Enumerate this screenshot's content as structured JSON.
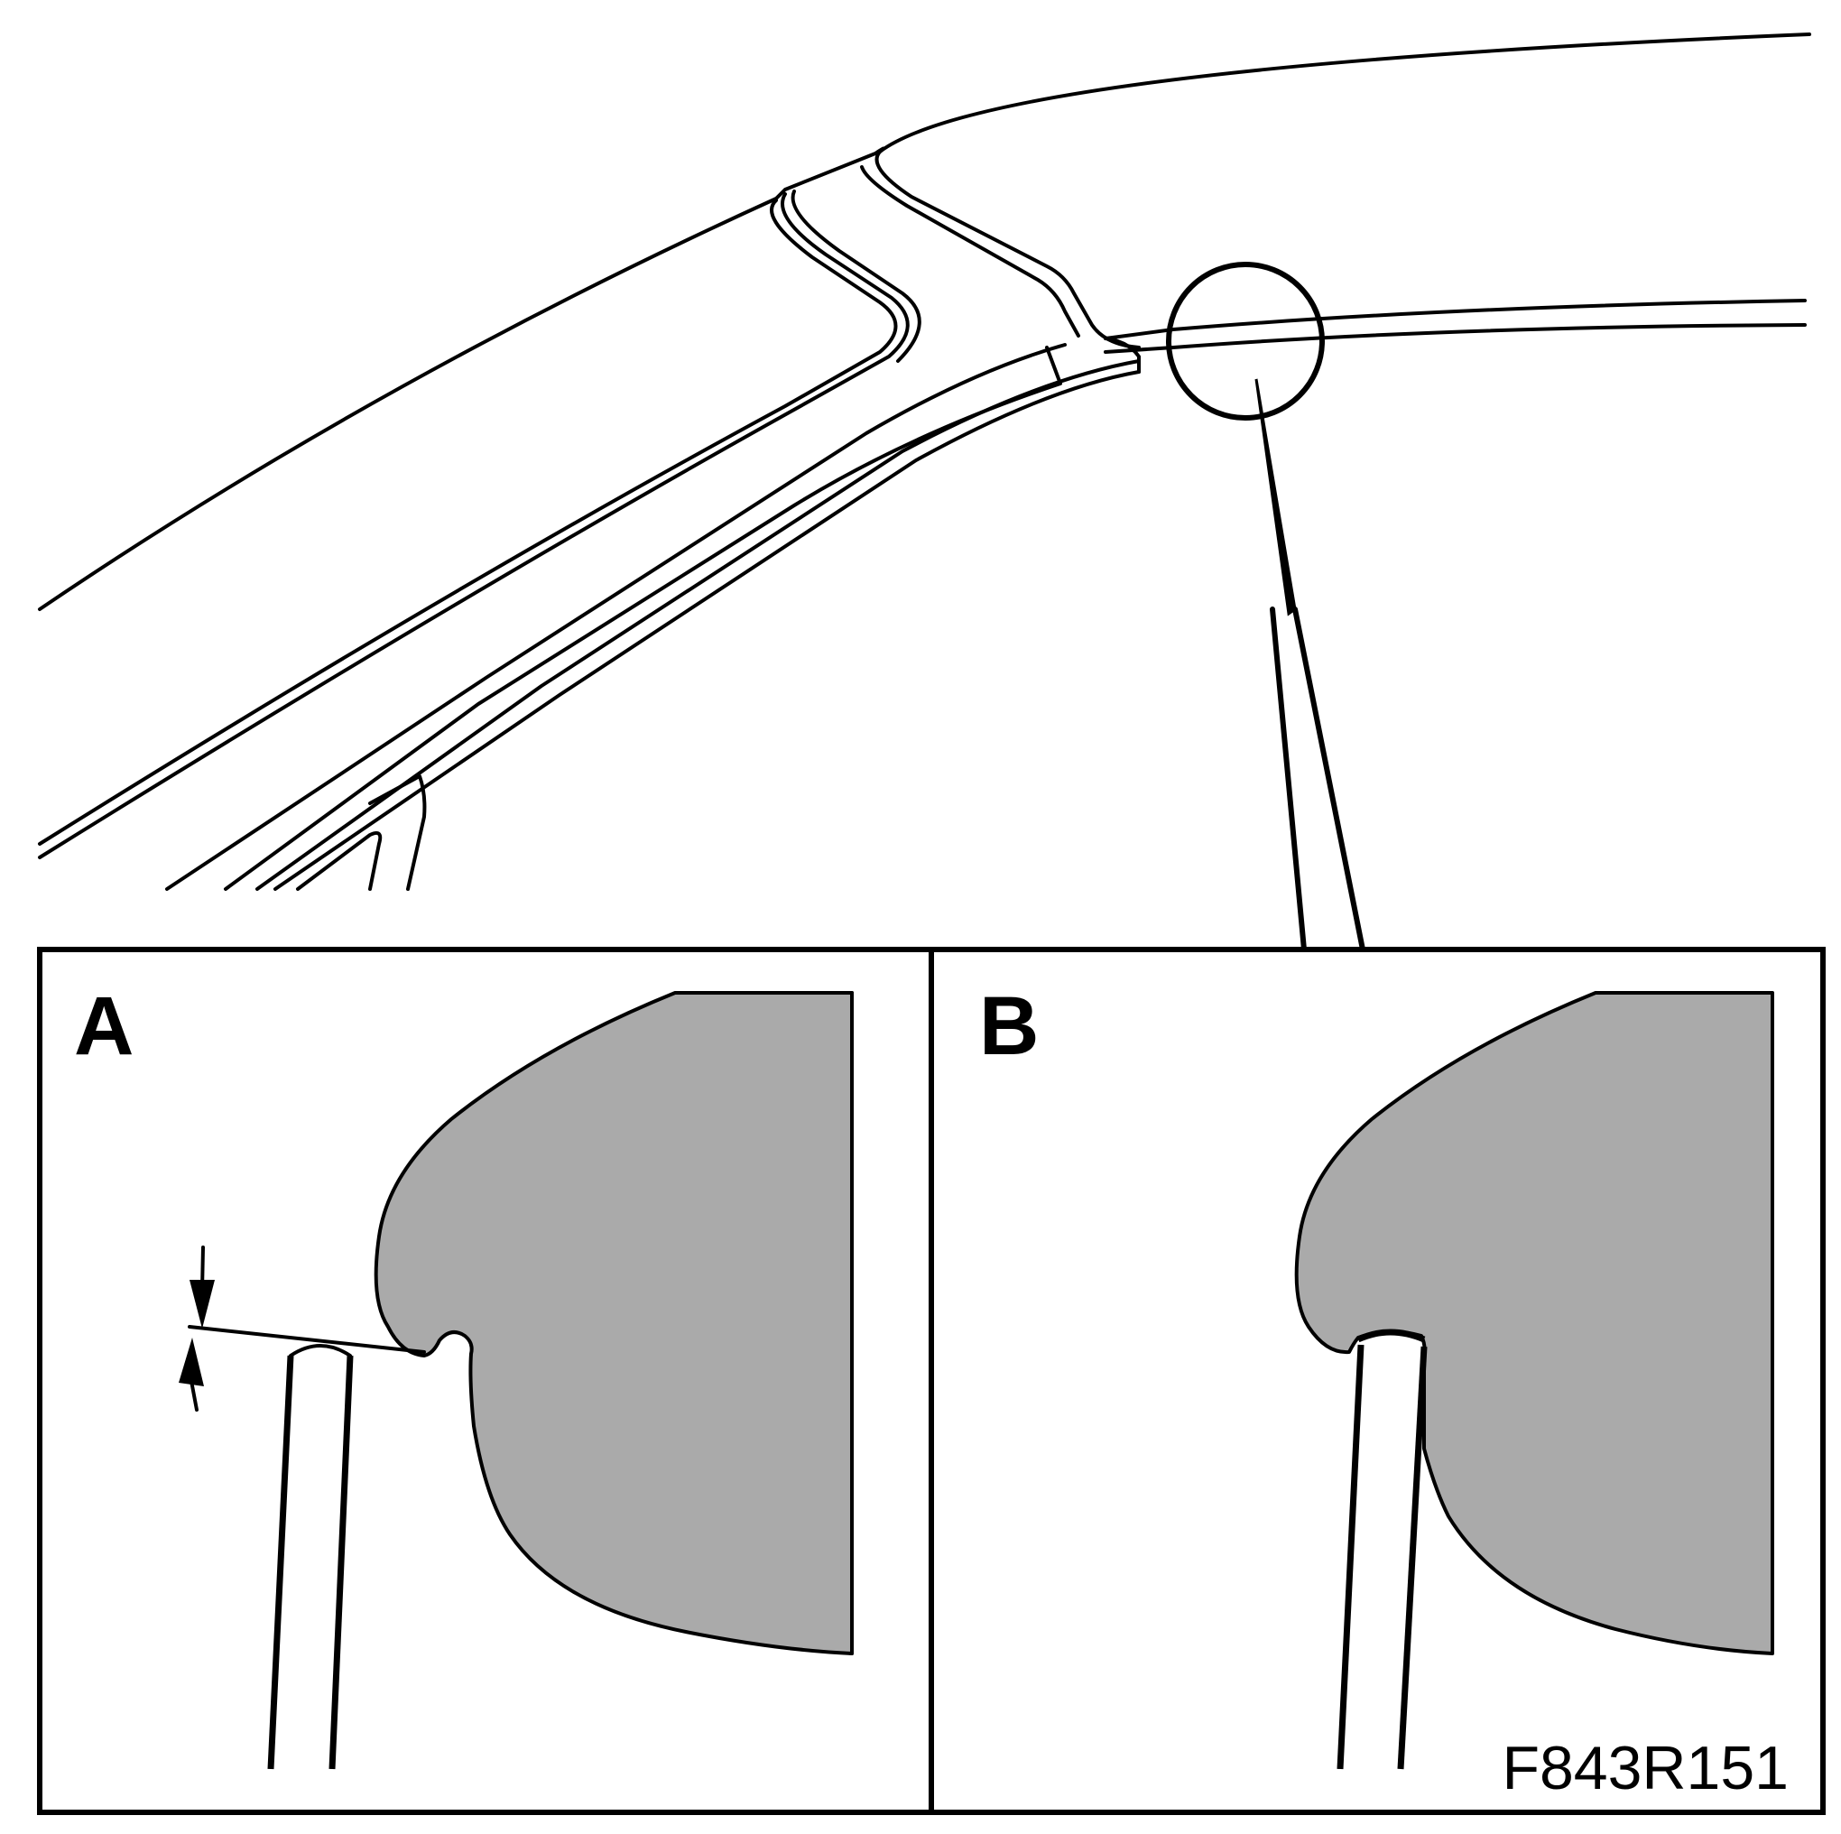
{
  "panels": [
    {
      "label": "A"
    },
    {
      "label": "B"
    }
  ],
  "figure_code": "F843R151",
  "colors": {
    "line": "#000000",
    "seal_section": "#aaaaaa",
    "background": "#ffffff"
  }
}
